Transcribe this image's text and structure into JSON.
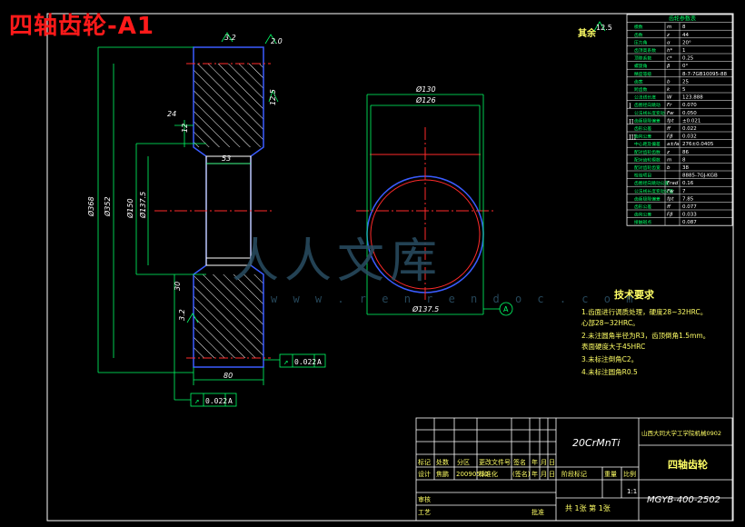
{
  "page_title": "四轴齿轮-A1",
  "watermark": {
    "main": "人人文库",
    "sub": "w w w . r e n r e n d o c . c o m"
  },
  "roughness": {
    "rest_label": "其余",
    "rest_value": "12.5",
    "top_left": "3.2",
    "top_right": "2.0",
    "side_right": "12.5",
    "bottom_left": "3.2"
  },
  "dims": {
    "d368": "Ø368",
    "d352": "Ø352",
    "d150": "Ø150",
    "d137_5": "Ø137.5",
    "w24": "24",
    "w53": "53",
    "w80": "80",
    "h12": "12",
    "h30": "30",
    "c130": "Ø130",
    "c126": "Ø126",
    "c137_5": "Ø137.5"
  },
  "tolerances": {
    "runout_top": {
      "value": "0.022",
      "datum": "A"
    },
    "runout_bottom": {
      "value": "0.022",
      "datum": "A"
    }
  },
  "datum_label": "A",
  "param_table": {
    "header": "齿轮参数表",
    "rows": [
      {
        "name": "模数",
        "sym": "m",
        "val": "8"
      },
      {
        "name": "齿数",
        "sym": "z",
        "val": "44"
      },
      {
        "name": "压力角",
        "sym": "α",
        "val": "20°"
      },
      {
        "name": "齿顶高系数",
        "sym": "h*",
        "val": "1"
      },
      {
        "name": "顶隙系数",
        "sym": "c*",
        "val": "0.25"
      },
      {
        "name": "螺旋角",
        "sym": "β",
        "val": "0°"
      },
      {
        "name": "精度等级",
        "sym": "",
        "val": "8-7-7GB10095-88"
      },
      {
        "name": "齿宽",
        "sym": "b",
        "val": "25"
      },
      {
        "name": "跨齿数",
        "sym": "k",
        "val": "5"
      },
      {
        "name": "公法线长度",
        "sym": "W",
        "val": "123.888"
      },
      {
        "name": "齿圈径向跳动",
        "sym": "Fr",
        "val": "0.070"
      },
      {
        "name": "公法线长度变动",
        "sym": "Fw",
        "val": "0.050"
      },
      {
        "name": "齿距极限偏差",
        "sym": "fpt",
        "val": "±0.021"
      },
      {
        "name": "齿形公差",
        "sym": "ff",
        "val": "0.022"
      },
      {
        "name": "齿向公差",
        "sym": "Fβ",
        "val": "0.032"
      },
      {
        "name": "中心距及偏差",
        "sym": "a±fa",
        "val": "276±0.0405"
      },
      {
        "name": "配对齿轮齿数",
        "sym": "z",
        "val": "86"
      },
      {
        "name": "配对齿轮模数",
        "sym": "m",
        "val": "8"
      },
      {
        "name": "配对齿轮齿宽",
        "sym": "b",
        "val": "38"
      },
      {
        "name": "检验项目",
        "sym": "",
        "val": "8885-7GJ-KGB"
      },
      {
        "name": "齿圈径向跳动公差",
        "sym": "Frad",
        "val": "0.16"
      },
      {
        "name": "公法线长度变动公差",
        "sym": "Fw",
        "val": "7"
      },
      {
        "name": "齿距极限偏差",
        "sym": "fpt",
        "val": "7.85"
      },
      {
        "name": "齿形公差",
        "sym": "ff",
        "val": "0.077"
      },
      {
        "name": "齿向公差",
        "sym": "Fβ",
        "val": "0.033"
      },
      {
        "name": "接触斑点",
        "sym": "",
        "val": "0.087"
      }
    ],
    "group_I": "I",
    "group_II": "II",
    "group_III": "III"
  },
  "tech_req": {
    "title": "技术要求",
    "items": [
      "1.齿面进行调质处理，硬度28~32HRC。",
      "  心部28~32HRC。",
      "2.未注圆角半径为R3，齿顶倒角1.5mm。",
      "  表面硬度大于45HRC",
      "3.未标注倒角C2。",
      "4.未标注圆角R0.5"
    ]
  },
  "title_block": {
    "material": "20CrMnTi",
    "school": "山西大同大学工学院机械0902",
    "part_name": "四轴齿轮",
    "drawing_no": "MGYB-400-2502",
    "scale": "1:1",
    "sheets": "共 1张  第 1张",
    "headers": [
      "标记",
      "处数",
      "分区",
      "更改文件号",
      "签名",
      "年",
      "月",
      "日"
    ],
    "design_row": [
      "设计",
      "焦鹏",
      "20090530",
      "标准化",
      "(签名)",
      "年",
      "月",
      "日"
    ],
    "stage_label": "阶段标记",
    "weight_label": "重量",
    "scale_label": "比例",
    "review_label": "审核",
    "process_label": "工艺",
    "approve_label": "批准"
  }
}
